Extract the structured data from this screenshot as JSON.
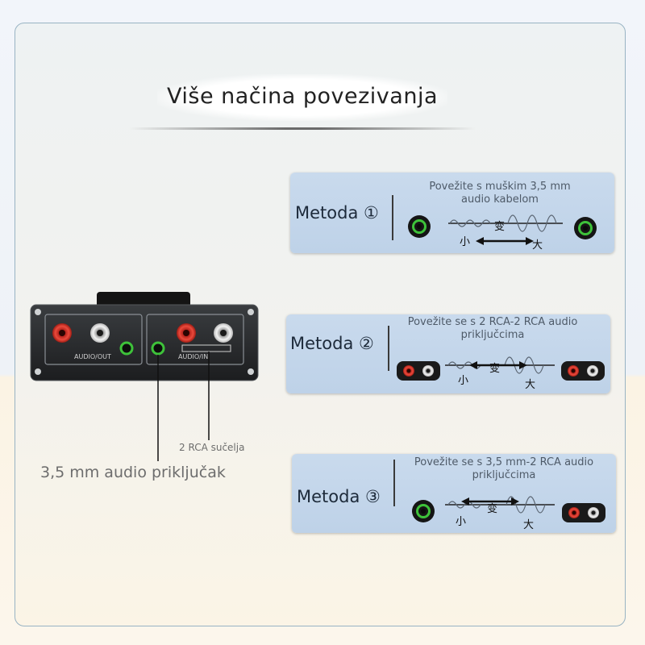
{
  "title": "Više načina povezivanja",
  "device": {
    "left_port_label": "AUDIO/OUT",
    "right_port_label": "AUDIO/IN"
  },
  "annotations": {
    "rca_interface": "2 RCA sučelja",
    "audio_port": "3,5 mm audio priključak"
  },
  "methods": [
    {
      "label": "Metoda ①",
      "description": [
        "Povežite s muškim 3,5 mm",
        "audio kabelom"
      ],
      "small": "小",
      "change": "变",
      "large": "大"
    },
    {
      "label": "Metoda ②",
      "description": [
        "Povežite se s 2 RCA-2 RCA audio",
        "priključcima"
      ],
      "small": "小",
      "change": "变",
      "large": "大"
    },
    {
      "label": "Metoda ③",
      "description": [
        "Povežite se s 3,5 mm-2 RCA audio",
        "priključcima"
      ],
      "small": "小",
      "change": "变",
      "large": "大"
    }
  ],
  "colors": {
    "card_bg": "#c4d7eb",
    "green_jack": "#3ec23a",
    "rca_red": "#e03a30",
    "rca_white": "#efefef",
    "frame_border": "#98b3c3"
  }
}
